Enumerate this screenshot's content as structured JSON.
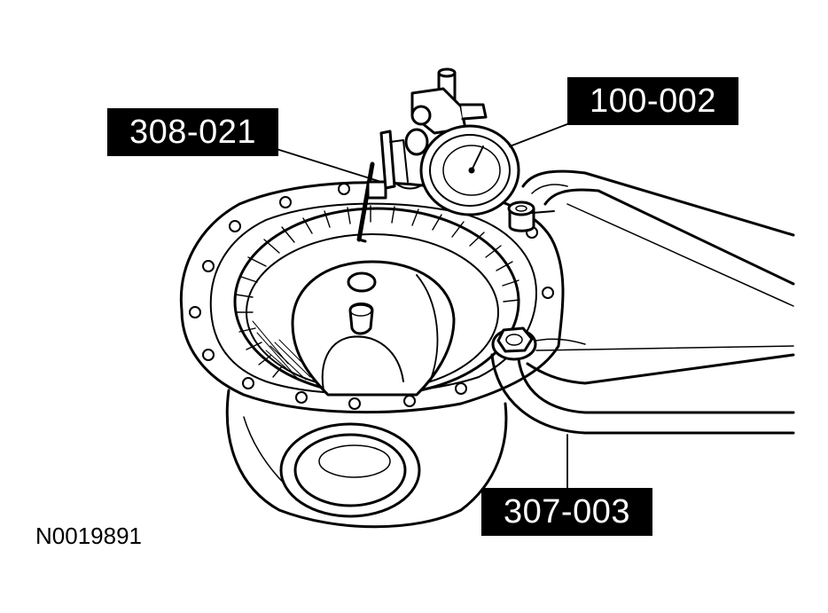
{
  "callouts": {
    "tool_308": "308-021",
    "tool_100": "100-002",
    "tool_307": "307-003"
  },
  "figure_id": "N0019891",
  "colors": {
    "line": "#000000",
    "background": "#ffffff",
    "label_fill": "#000000",
    "label_text": "#ffffff"
  }
}
